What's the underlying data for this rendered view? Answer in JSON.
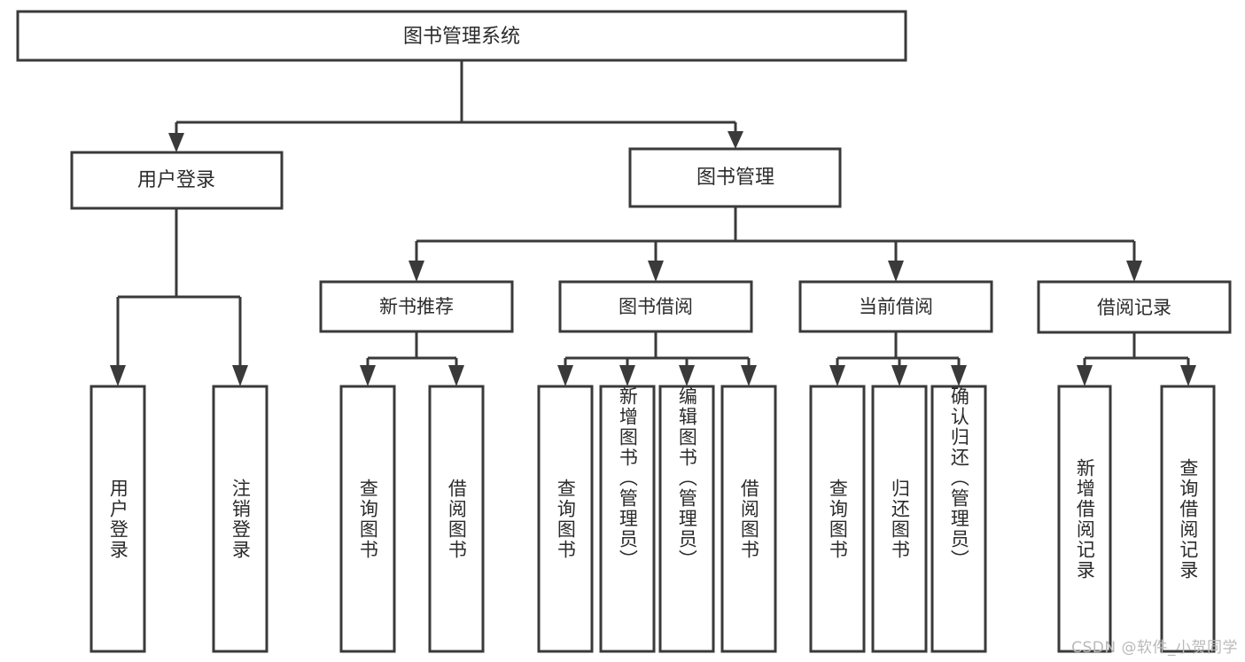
{
  "diagram": {
    "title": "图书管理系统",
    "type": "tree-flowchart",
    "orientation": "top-down",
    "colors": {
      "stroke": "#3a3a3a",
      "fill": "#ffffff",
      "text": "#2b2b2b",
      "background": "#ffffff",
      "watermark": "#b9b9b9"
    },
    "levels": {
      "root": {
        "label": "图书管理系统"
      },
      "level1": [
        {
          "label": "用户登录"
        },
        {
          "label": "图书管理"
        }
      ],
      "level2": [
        {
          "label": "新书推荐"
        },
        {
          "label": "图书借阅"
        },
        {
          "label": "当前借阅"
        },
        {
          "label": "借阅记录"
        }
      ],
      "leaves": {
        "user_login": [
          {
            "label": "用户登录"
          },
          {
            "label": "注销登录"
          }
        ],
        "new_book_recommend": [
          {
            "label": "查询图书"
          },
          {
            "label": "借阅图书"
          }
        ],
        "book_borrow": [
          {
            "label": "查询图书"
          },
          {
            "label": "新增图书（管理员）"
          },
          {
            "label": "编辑图书（管理员）"
          },
          {
            "label": "借阅图书"
          }
        ],
        "current_borrow": [
          {
            "label": "查询图书"
          },
          {
            "label": "归还图书"
          },
          {
            "label": "确认归还（管理员）"
          }
        ],
        "borrow_record": [
          {
            "label": "新增借阅记录"
          },
          {
            "label": "查询借阅记录"
          }
        ]
      }
    }
  },
  "watermark": {
    "text": "CSDN @软件_小贺同学"
  }
}
